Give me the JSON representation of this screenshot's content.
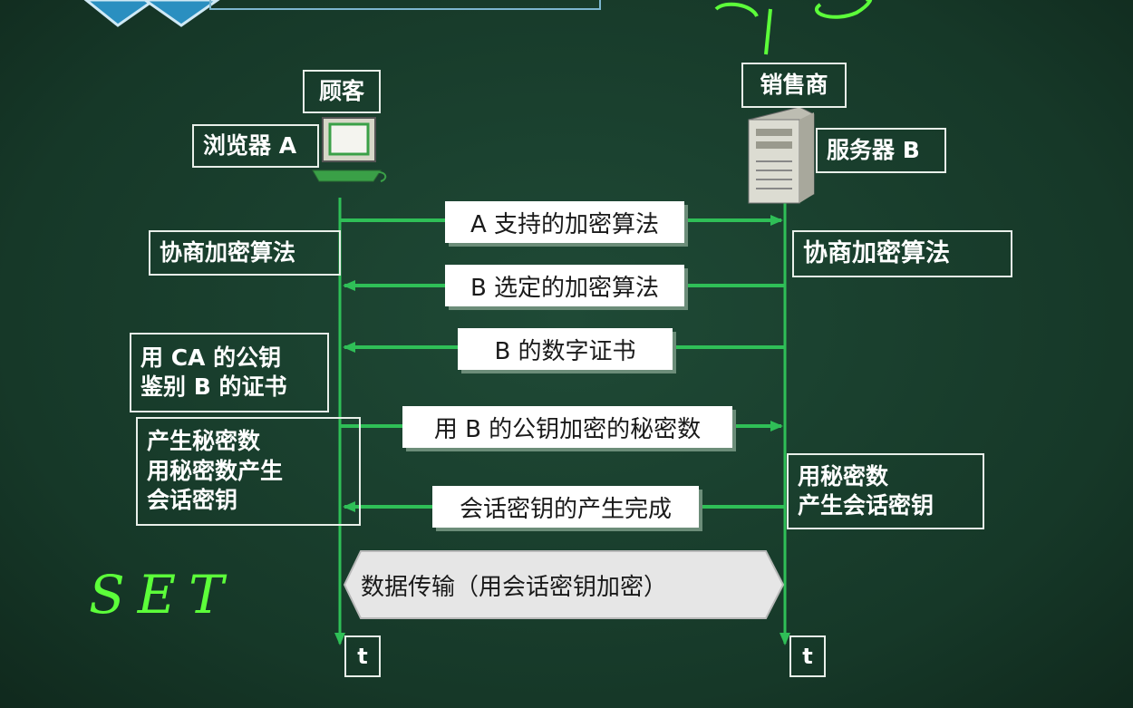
{
  "customer": {
    "role": "顾客",
    "browser": "浏览器 A",
    "negotiate": "协商加密算法",
    "verify": "用 CA 的公钥\n鉴别 B 的证书",
    "generate": "产生秘密数\n用秘密数产生\n会话密钥",
    "timeline_label": "t"
  },
  "merchant": {
    "role": "销售商",
    "server": "服务器 B",
    "negotiate": "协商加密算法",
    "generate": "用秘密数\n产生会话密钥",
    "timeline_label": "t"
  },
  "messages": [
    {
      "label": "A 支持的加密算法",
      "direction": "A→B"
    },
    {
      "label": "B 选定的加密算法",
      "direction": "B→A"
    },
    {
      "label": "B 的数字证书",
      "direction": "B→A"
    },
    {
      "label": "用 B 的公钥加密的秘密数",
      "direction": "A→B"
    },
    {
      "label": "会话密钥的产生完成",
      "direction": "B→A"
    },
    {
      "label": "数据传输（用会话密钥加密）",
      "direction": "A↔B"
    }
  ],
  "annotation": "SET",
  "colors": {
    "background": "#173a2b",
    "line": "#2fbf57",
    "annotation": "#5cff3a"
  }
}
